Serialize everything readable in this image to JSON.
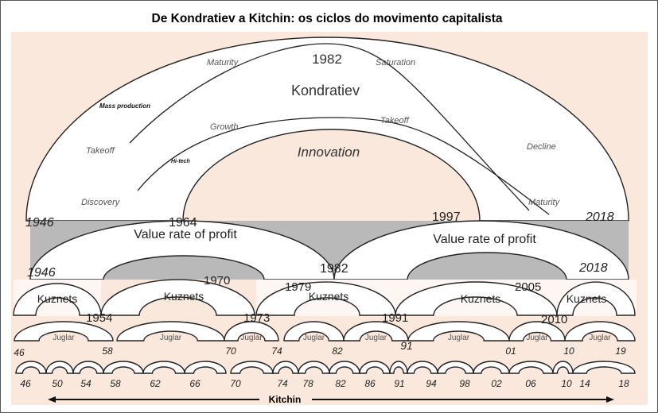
{
  "title": "De Kondratiev a Kitchin:  os ciclos do movimento capitalista",
  "colors": {
    "background": "#fbe8dc",
    "band": "#b9b9b9",
    "arch_fill": "#ffffff",
    "stroke": "#222222"
  },
  "kondratiev": {
    "label": "Kondratiev",
    "inner_label": "Innovation",
    "peak_year": "1982",
    "start_year": "1946",
    "end_year": "2018",
    "phases": [
      "Maturity",
      "Saturation",
      "Mass production",
      "Takeoff",
      "Growth",
      "Takeoff",
      "Decline",
      "Hi-tech",
      "Discovery",
      "Maturity"
    ]
  },
  "value_rate": {
    "label_left": "Value rate of profit",
    "label_right": "Value rate of profit",
    "years": [
      "1964",
      "1997",
      "1946",
      "1982",
      "2018"
    ]
  },
  "kuznets": {
    "label": "Kuznets",
    "count": 5,
    "years": [
      "1970",
      "1979",
      "2005",
      "1954",
      "1973",
      "1991",
      "2010"
    ]
  },
  "juglar": {
    "label": "Juglar",
    "count": 8,
    "years": [
      "46",
      "58",
      "70",
      "74",
      "82",
      "91",
      "01",
      "10",
      "19"
    ]
  },
  "kitchin": {
    "label": "Kitchin",
    "years": [
      "46",
      "50",
      "54",
      "58",
      "62",
      "66",
      "70",
      "74",
      "78",
      "82",
      "86",
      "91",
      "94",
      "98",
      "02",
      "06",
      "10",
      "14",
      "18"
    ]
  }
}
